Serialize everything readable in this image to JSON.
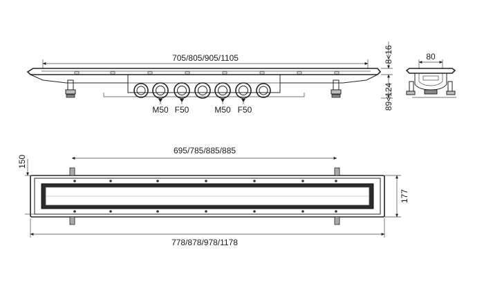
{
  "side_view": {
    "length_label": "705/805/905/1105",
    "grate_thickness_label": "8<16",
    "height_label": "89<124",
    "outlet_labels": [
      "M50",
      "F50",
      "M50",
      "F50"
    ]
  },
  "end_view": {
    "width_label": "80"
  },
  "top_view": {
    "inner_length_label": "695/785/885/885",
    "outer_length_label": "778/878/978/1178",
    "inner_width_label": "150",
    "outer_width_label": "177"
  }
}
